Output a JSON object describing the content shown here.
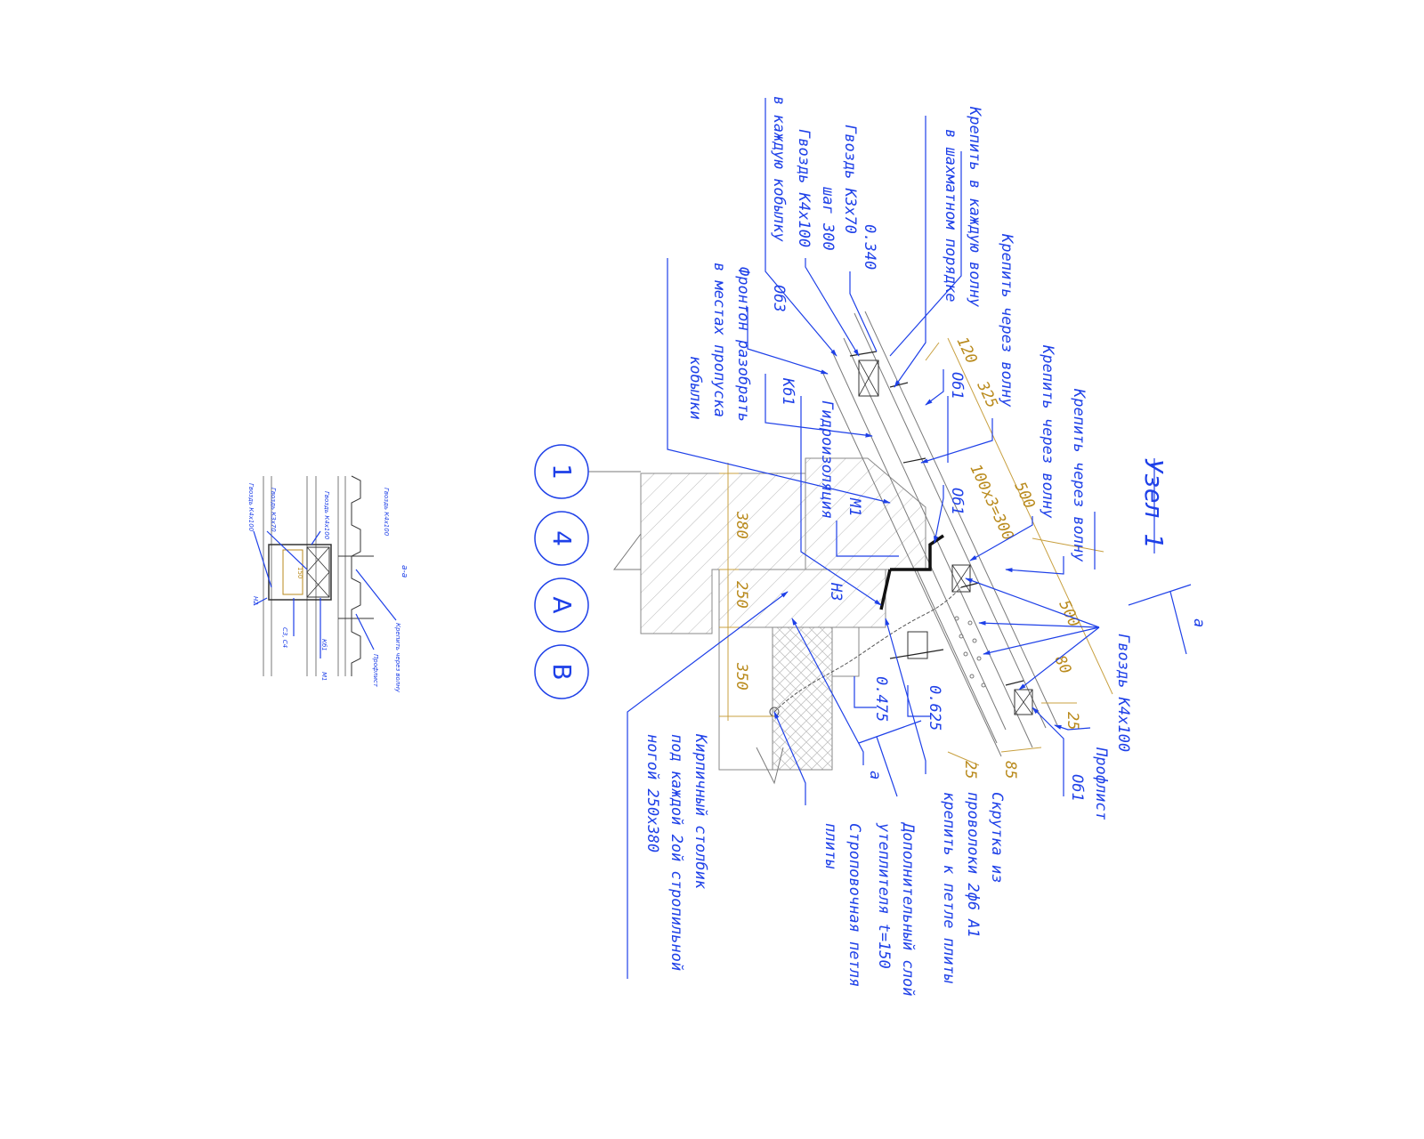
{
  "title": "Узел 1",
  "section_mark": "а",
  "axes": [
    "1",
    "4",
    "А",
    "В"
  ],
  "labels": {
    "nail_k4x100_top": "Гвоздь К4х100",
    "proflist": "Профлист",
    "ob1_bottom": "Об1",
    "fix_wave_1": "Крепить через волну",
    "fix_wave_2": "Крепить через волну",
    "fix_wave_3": "Крепить через волну",
    "fix_each_wave_1": "Крепить в каждую волну",
    "fix_each_wave_2": "в шахматном порядке",
    "nail_k3x70": "Гвоздь К3х70",
    "step_300": "шаг 300",
    "nail_k4x100_kob_1": "Гвоздь К4х100",
    "nail_k4x100_kob_2": "в каждую кобылку",
    "ob3": "Об3",
    "pediment_1": "Фронтон разобрать",
    "pediment_2": "в местах пропуска",
    "pediment_3": "кобылки",
    "kb1": "Кб1",
    "waterproofing": "Гидроизоляция",
    "m1": "М1",
    "n3": "Н3",
    "ob1_a": "Об1",
    "ob1_b": "Об1",
    "twist_1": "Скрутка из",
    "twist_2": "проволоки 2ф6 А1",
    "twist_3": "крепить к петле плиты",
    "insul_1": "Дополнительный слой",
    "insul_2": "утеплителя t=150",
    "loop_1": "Строповочная петля",
    "loop_2": "плиты",
    "brick_1": "Кирпичный столбик",
    "brick_2": "под каждой 2ой стропильной",
    "brick_3": "ногой 250х380"
  },
  "levels": {
    "l340": "0.340",
    "l625": "0.625",
    "l475": "0.475"
  },
  "dimensions": {
    "d120": "120",
    "d325": "325",
    "d500a": "500",
    "d100x3": "100х3=300",
    "d500b": "500",
    "d80": "80",
    "d25a": "25",
    "d25b": "25",
    "d85": "85",
    "d380": "380",
    "d250": "250",
    "d350": "350"
  },
  "section_detail": {
    "title": "а-а",
    "labels": {
      "nail_top": "Гвоздь К4х100",
      "nail_mid": "Гвоздь К4х100",
      "nail_k3": "Гвоздь К3х70",
      "nail_bot": "Гвоздь К4х100",
      "fix_wave": "Крепить через волну",
      "proflist": "Профлист",
      "kb1": "Кб1",
      "m1": "М1",
      "n2": "Н2",
      "c3c4": "С3, С4"
    },
    "dim_150": "150"
  }
}
